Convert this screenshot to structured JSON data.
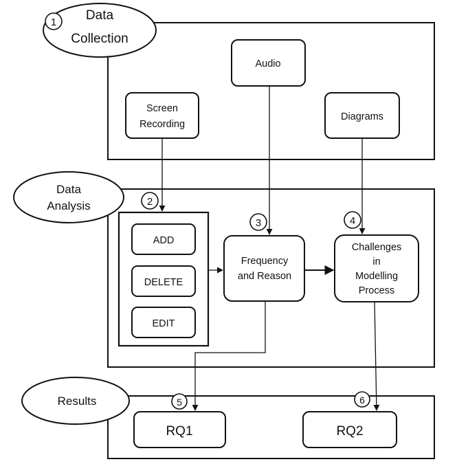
{
  "sections": {
    "collection": {
      "number": "1",
      "line1": "Data",
      "line2": "Collection"
    },
    "analysis": {
      "line1": "Data",
      "line2": "Analysis"
    },
    "results": {
      "label": "Results"
    }
  },
  "collection_boxes": {
    "screen": {
      "line1": "Screen",
      "line2": "Recording"
    },
    "audio": {
      "label": "Audio"
    },
    "diagrams": {
      "label": "Diagrams"
    }
  },
  "analysis_boxes": {
    "group_number": "2",
    "add": "ADD",
    "delete": "DELETE",
    "edit": "EDIT",
    "frequency": {
      "number": "3",
      "line1": "Frequency",
      "line2": "and Reason"
    },
    "challenges": {
      "number": "4",
      "line1": "Challenges",
      "line2": "in",
      "line3": "Modelling",
      "line4": "Process"
    }
  },
  "result_boxes": {
    "rq1": {
      "number": "5",
      "label": "RQ1"
    },
    "rq2": {
      "number": "6",
      "label": "RQ2"
    }
  }
}
